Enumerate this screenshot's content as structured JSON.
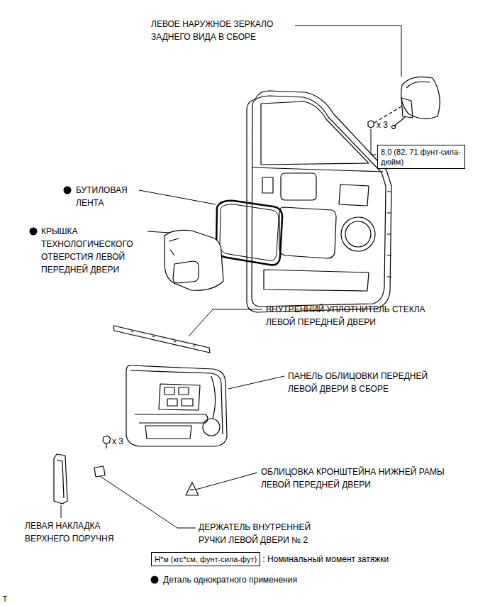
{
  "diagram": {
    "nodes": [
      {
        "text": [
          "8,0 (82, 71 фунт-сила-дюйм)"
        ]
      },
      {
        "text": [
          "Н*м (кгс*см, фунт-сила-фут)"
        ]
      }
    ],
    "labels": [
      "ЛЕВОЕ НАРУЖНОЕ ЗЕРКАЛО ЗАДНЕГО ВИДА В СБОРЕ",
      "x 3",
      "БУТИЛОВАЯ ЛЕНТА",
      "КРЫШКА ТЕХНОЛОГИЧЕСКОГО ОТВЕРСТИЯ ЛЕВОЙ ПЕРЕДНЕЙ ДВЕРИ",
      "ВНУТРЕННИЙ УПЛОТНИТЕЛЬ СТЕКЛА ЛЕВОЙ ПЕРЕДНЕЙ ДВЕРИ",
      "ПАНЕЛЬ ОБЛИЦОВКИ ПЕРЕДНЕЙ ЛЕВОЙ ДВЕРИ В СБОРЕ",
      "x 3",
      "ОБЛИЦОВКА КРОНШТЕЙНА НИЖНЕЙ РАМЫ ЛЕВОЙ ПЕРЕДНЕЙ ДВЕРИ",
      "ЛЕВАЯ НАКЛАДКА ВЕРХНЕГО ПОРУЧНЯ",
      "ДЕРЖАТЕЛЬ ВНУТРЕННЕЙ РУЧКИ ЛЕВОЙ ДВЕРИ № 2",
      ": Номинальный момент затяжки",
      "Т"
    ],
    "legend": [
      {
        "text": "Деталь однократного применения"
      }
    ]
  }
}
